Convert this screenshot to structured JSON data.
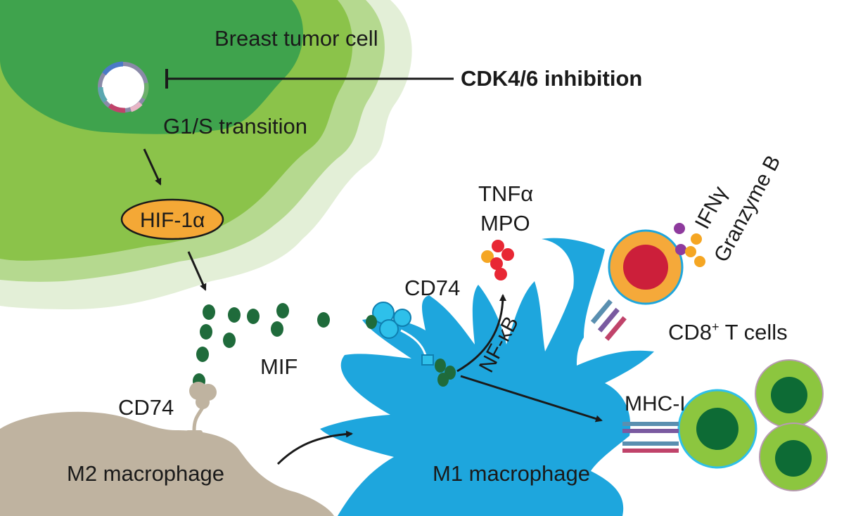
{
  "labels": {
    "tumor_cell": "Breast tumor cell",
    "cdk_inhibition": "CDK4/6 inhibition",
    "g1s": "G1/S transition",
    "hif": "HIF-1α",
    "tnfa": "TNFα",
    "mpo": "MPO",
    "cd74_m1": "CD74",
    "nfkb": "NF-κB",
    "ifng": "IFNγ",
    "granzyme": "Granzyme B",
    "cd8_main": "CD8",
    "cd8_sup": "+",
    "cd8_tail": " T cells",
    "mif": "MIF",
    "cd74_m2": "CD74",
    "mhc": "MHC-I",
    "m2": "M2 macrophage",
    "m1": "M1 macrophage"
  },
  "colors": {
    "tumor_outer": "#e3efd7",
    "tumor_mid": "#b5d98f",
    "tumor_inner": "#8bc34a",
    "tumor_nucleus": "#3fa34d",
    "mif_dot": "#1f6b3b",
    "hif_fill": "#f4a836",
    "m1_body": "#1ea6dd",
    "m2_body": "#bfb3a0",
    "tcell_outer": "#f5a93a",
    "tcell_nucleus": "#cc1f3a",
    "cd8_cell_outer": "#8cc63f",
    "cd8_cell_nucleus": "#0d6b35",
    "red_granule": "#e82734",
    "orange_granule": "#f5a623",
    "purple_granule": "#8e3a9d"
  }
}
